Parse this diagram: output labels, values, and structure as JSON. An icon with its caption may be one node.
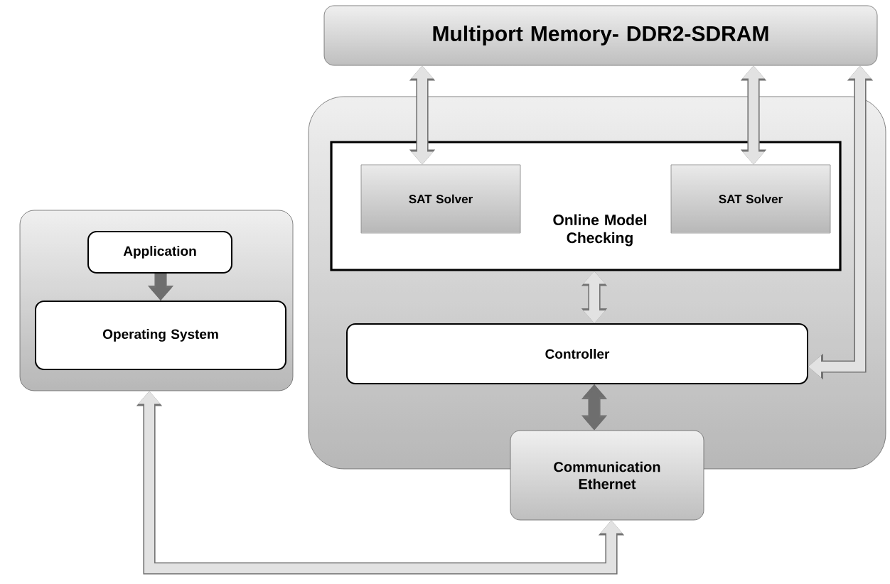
{
  "diagram": {
    "nodes": [
      {
        "text": [
          "Multiport Memory- DDR2-SDRAM"
        ]
      },
      {
        "text": [],
        "shape": "box"
      },
      {
        "text": [
          "Online Model Checking"
        ],
        "in": 1
      },
      {
        "text": [
          "SAT Solver"
        ],
        "in": 2
      },
      {
        "text": [
          "SAT Solver"
        ],
        "in": 2
      },
      {
        "text": [
          "Controller"
        ],
        "in": 1
      },
      {
        "text": [
          "Communication Ethernet"
        ]
      },
      {
        "text": [],
        "shape": "box"
      },
      {
        "text": [
          "Application"
        ],
        "in": 7
      },
      {
        "text": [
          "Operating System"
        ],
        "in": 7
      }
    ],
    "edges": [
      {
        "from": 0,
        "to": 3,
        "arrow": "both"
      },
      {
        "from": 0,
        "to": 4,
        "arrow": "both"
      },
      {
        "from": 0,
        "to": 5,
        "arrow": "both"
      },
      {
        "from": 2,
        "to": 5,
        "arrow": "both"
      },
      {
        "from": 5,
        "to": 6,
        "arrow": "both",
        "color": "#6e6e6e"
      },
      {
        "from": 8,
        "to": 9,
        "arrow": "to",
        "color": "#6e6e6e"
      },
      {
        "from": 6,
        "to": 7,
        "arrow": "both"
      }
    ]
  }
}
